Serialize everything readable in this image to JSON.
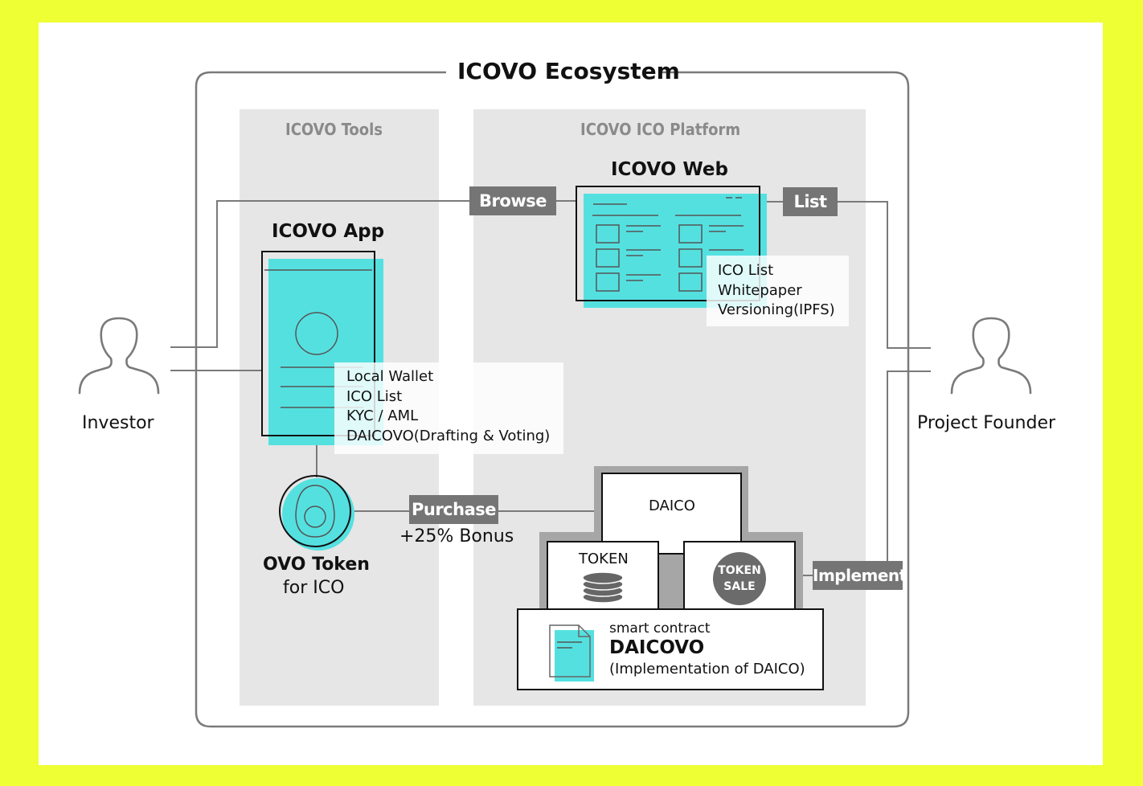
{
  "ecosystem": {
    "title": "ICOVO Ecosystem"
  },
  "panels": {
    "tools": {
      "title": "ICOVO Tools"
    },
    "platform": {
      "title": "ICOVO ICO Platform"
    }
  },
  "actors": {
    "investor": {
      "label": "Investor",
      "icon": "person-icon"
    },
    "founder": {
      "label": "Project Founder",
      "icon": "person-icon"
    }
  },
  "app": {
    "title": "ICOVO App",
    "features": [
      "Local Wallet",
      "ICO List",
      "KYC / AML",
      "DAICOVO(Drafting & Voting)"
    ]
  },
  "web": {
    "title": "ICOVO Web",
    "features": [
      "ICO List",
      "Whitepaper",
      "Versioning(IPFS)"
    ]
  },
  "token": {
    "name": "OVO Token",
    "subtitle": "for ICO",
    "icon": "avocado-icon"
  },
  "connectors": {
    "browse": "Browse",
    "list": "List",
    "purchase": "Purchase",
    "purchase_note": "+25% Bonus",
    "implement": "Implement"
  },
  "stack": {
    "daico": "DAICO",
    "token": "TOKEN",
    "token_sale_line1": "TOKEN",
    "token_sale_line2": "SALE",
    "contract_caption": "smart contract",
    "contract_name": "DAICOVO",
    "contract_desc": "(Implementation of DAICO)"
  },
  "colors": {
    "background": "#EEFF33",
    "accent": "#55E0E0",
    "tag": "#757575",
    "panel": "#E6E6E6",
    "line": "#7a7a7a"
  }
}
